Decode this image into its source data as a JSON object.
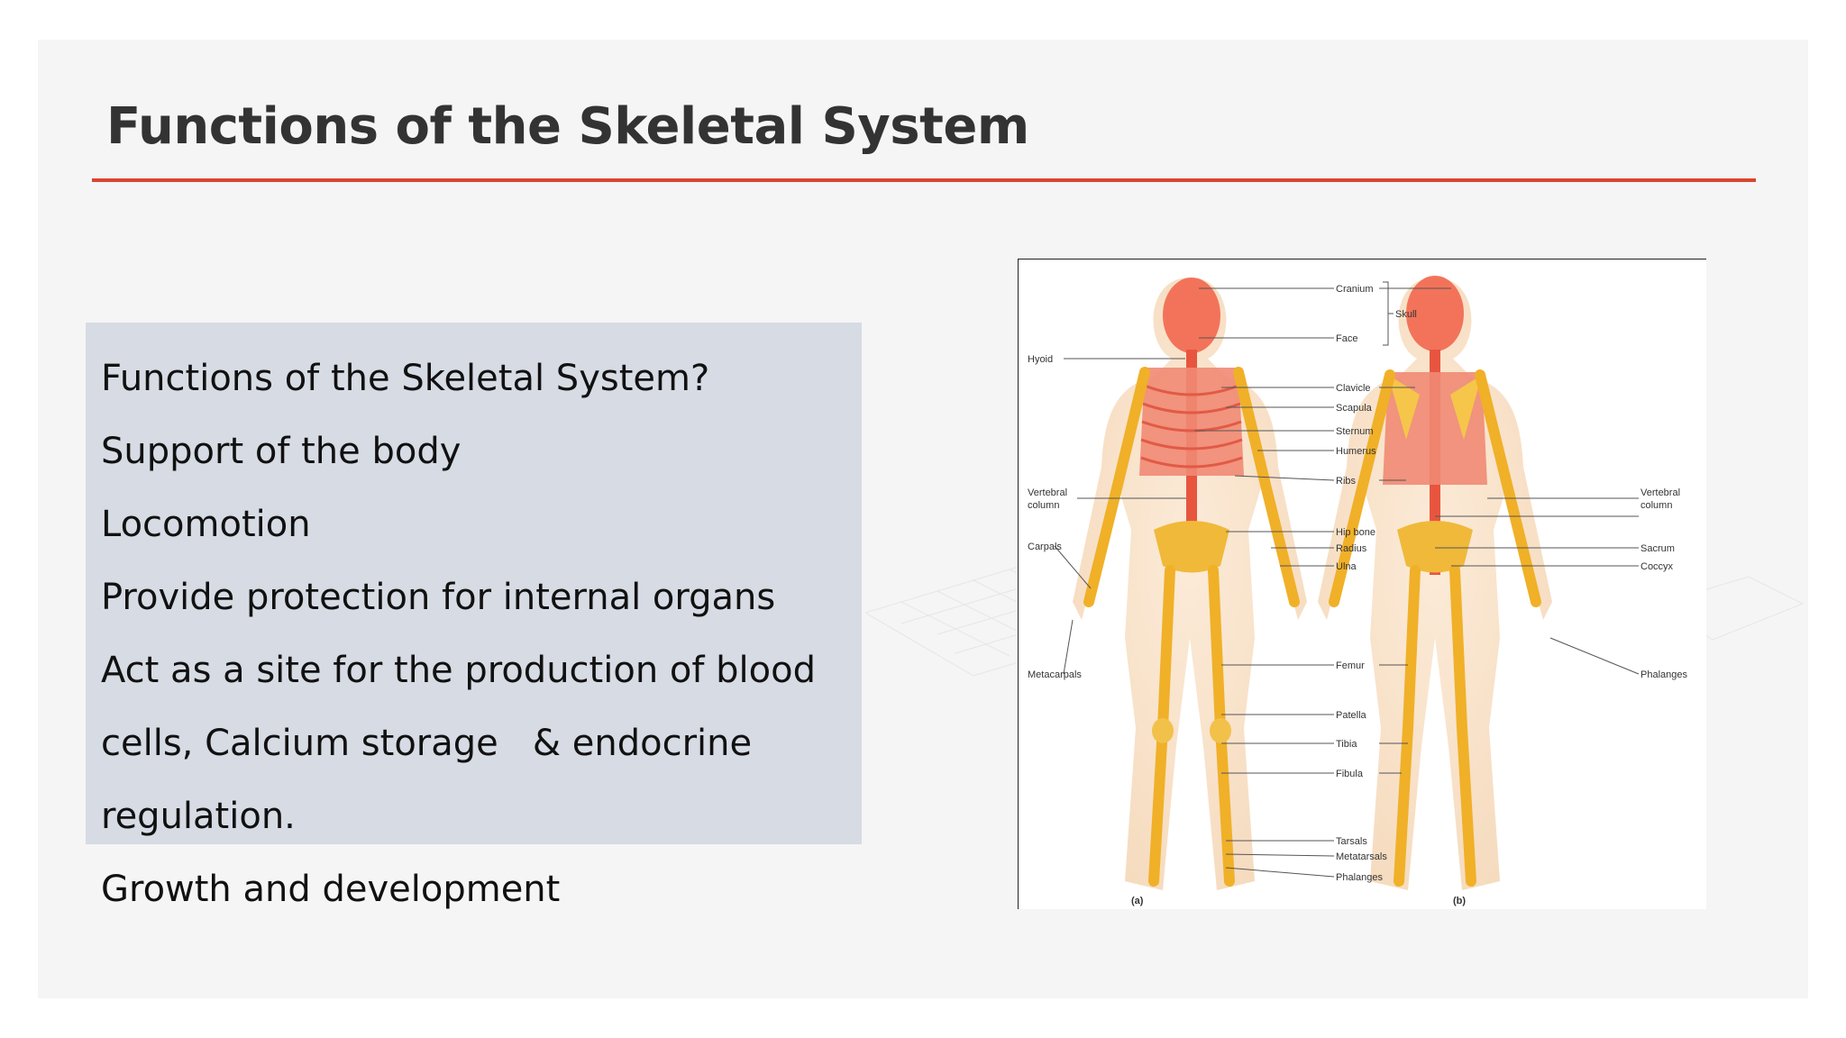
{
  "slide": {
    "title": "Functions of the Skeletal System",
    "accent_color": "#d9462f",
    "bullets": [
      "Functions of the Skeletal System?",
      "Support of the body",
      "Locomotion",
      "Provide protection for internal organs",
      "Act as a site for the production of blood",
      "cells, Calcium storage   & endocrine",
      "regulation.",
      "Growth and development"
    ]
  },
  "figure": {
    "labels_right_a": [
      "Cranium",
      "Face",
      "Clavicle",
      "Scapula",
      "Sternum",
      "Humerus",
      "Ribs",
      "Hip bone",
      "Radius",
      "Ulna",
      "Femur",
      "Patella",
      "Tibia",
      "Fibula",
      "Tarsals",
      "Metatarsals",
      "Phalanges"
    ],
    "label_skull": "Skull",
    "labels_left": [
      "Hyoid",
      "Vertebral",
      "column",
      "Carpals",
      "Metacarpals"
    ],
    "labels_right_b": [
      "Vertebral",
      "column",
      "Sacrum",
      "Coccyx",
      "Phalanges"
    ],
    "caption_a": "(a)",
    "caption_b": "(b)"
  }
}
